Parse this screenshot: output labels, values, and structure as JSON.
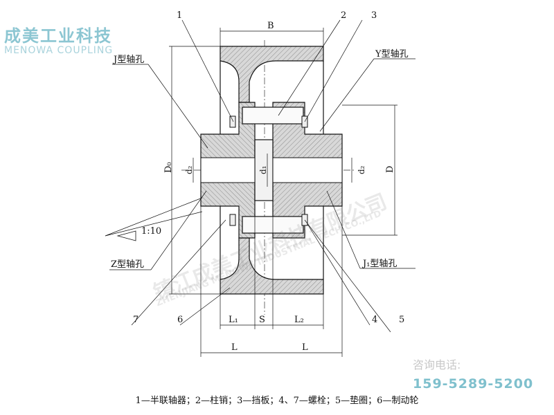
{
  "brand": {
    "name_cn": "成美工业科技",
    "name_en": "MENOWA COUPLING"
  },
  "watermark": {
    "cn": "镇江成美工业科技有限公司",
    "en": "ZHENJIANG MENOWA INDUSTRIAL TECH CO.,LTD"
  },
  "contact": {
    "label": "咨询电话:",
    "phone": "159-5289-5200"
  },
  "labels": {
    "part_numbers": [
      "1",
      "2",
      "3",
      "4",
      "5",
      "6",
      "7"
    ],
    "j_bore": "J型轴孔",
    "y_bore": "Y型轴孔",
    "z_bore": "Z型轴孔",
    "j1_bore": "J₁型轴孔",
    "taper": "1:10"
  },
  "dimensions": {
    "B": "B",
    "D0": "D₀",
    "D": "D",
    "d1": "d₁",
    "d2_left": "d₂",
    "d2_right": "d₂",
    "L1": "L₁",
    "S": "S",
    "L2": "L₂",
    "L_left": "L",
    "L_right": "L"
  },
  "legend": "1—半联轴器；2—柱销；3—挡板；4、7—螺栓；5—垫圈；6—制动轮"
}
